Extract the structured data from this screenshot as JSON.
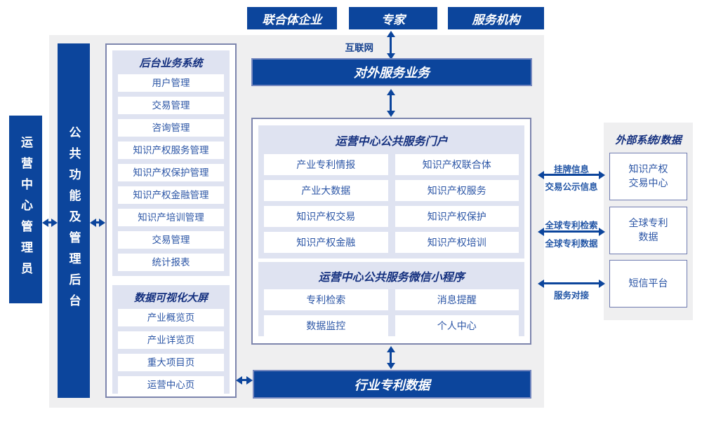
{
  "colors": {
    "primary_blue": "#0c459c",
    "navy_title": "#14307f",
    "item_text_blue": "#2c56a6",
    "panel_lavender": "#dfe3f1",
    "canvas_gray": "#efeff0",
    "box_border": "#7d85ad"
  },
  "top_actors": [
    "联合体企业",
    "专家",
    "服务机构"
  ],
  "internet_label": "互联网",
  "external_service_bar": "对外服务业务",
  "industry_data_bar": "行业专利数据",
  "left": {
    "admin_role": "运营中心管理员",
    "backend_bar": "公共功能及管理后台",
    "backend_system": {
      "title": "后台业务系统",
      "items": [
        "用户管理",
        "交易管理",
        "咨询管理",
        "知识产权服务管理",
        "知识产权保护管理",
        "知识产权金融管理",
        "知识产培训管理",
        "交易管理",
        "统计报表"
      ]
    },
    "viz_screen": {
      "title": "数据可视化大屏",
      "items": [
        "产业概览页",
        "产业详览页",
        "重大项目页",
        "运营中心页"
      ]
    }
  },
  "portal": {
    "title": "运营中心公共服务门户",
    "items": [
      "产业专利情报",
      "知识产权联合体",
      "产业大数据",
      "知识产权服务",
      "知识产权交易",
      "知识产权保护",
      "知识产权金融",
      "知识产权培训"
    ]
  },
  "miniprogram": {
    "title": "运营中心公共服务微信小程序",
    "items": [
      "专利检索",
      "消息提醒",
      "数据监控",
      "个人中心"
    ]
  },
  "external": {
    "title": "外部系统/数据",
    "systems": [
      "知识产权\n交易中心",
      "全球专利\n数据",
      "短信平台"
    ],
    "links": [
      {
        "top": "挂牌信息",
        "bottom": "交易公示信息"
      },
      {
        "top": "全球专利检索",
        "bottom": "全球专利数据"
      },
      {
        "top": "",
        "bottom": "服务对接"
      }
    ]
  }
}
